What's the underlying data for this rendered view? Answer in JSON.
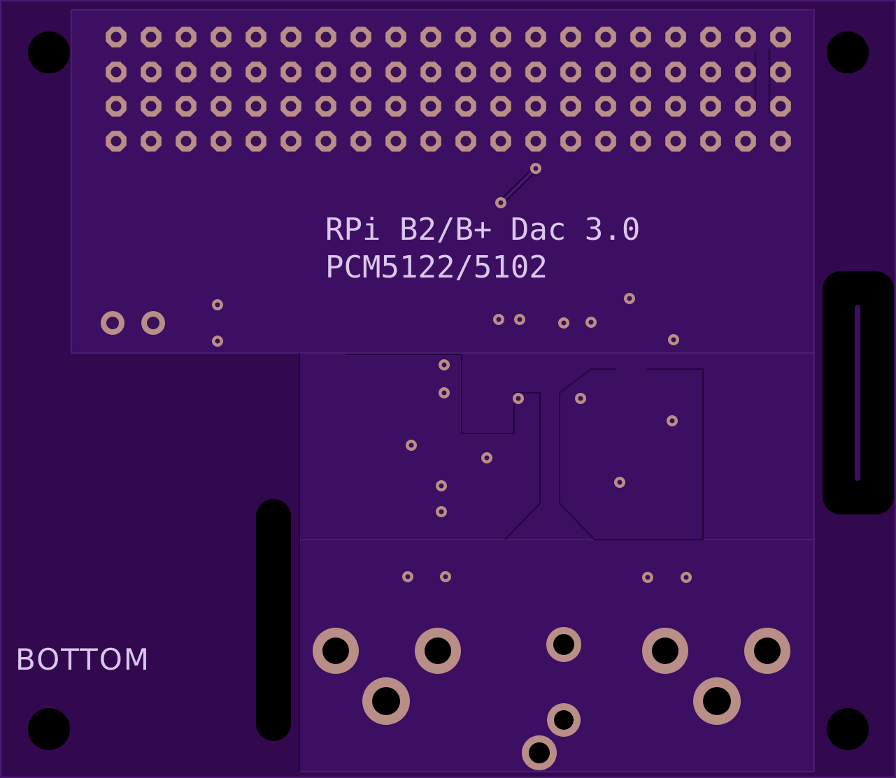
{
  "board": {
    "title_line1": "RPi B2/B+ Dac 3.0",
    "title_line2": "PCM5122/5102",
    "side_label": "BOTTOM"
  },
  "colors": {
    "substrate": "#32084f",
    "copper_pour": "#3d0f62",
    "pad_copper": "#b98e87",
    "silkscreen": "#d9c8ec",
    "drill": "#000000"
  },
  "icons": [
    "mounting-hole-icon",
    "plated-through-hole-icon",
    "via-icon",
    "slot-cutout-icon"
  ]
}
